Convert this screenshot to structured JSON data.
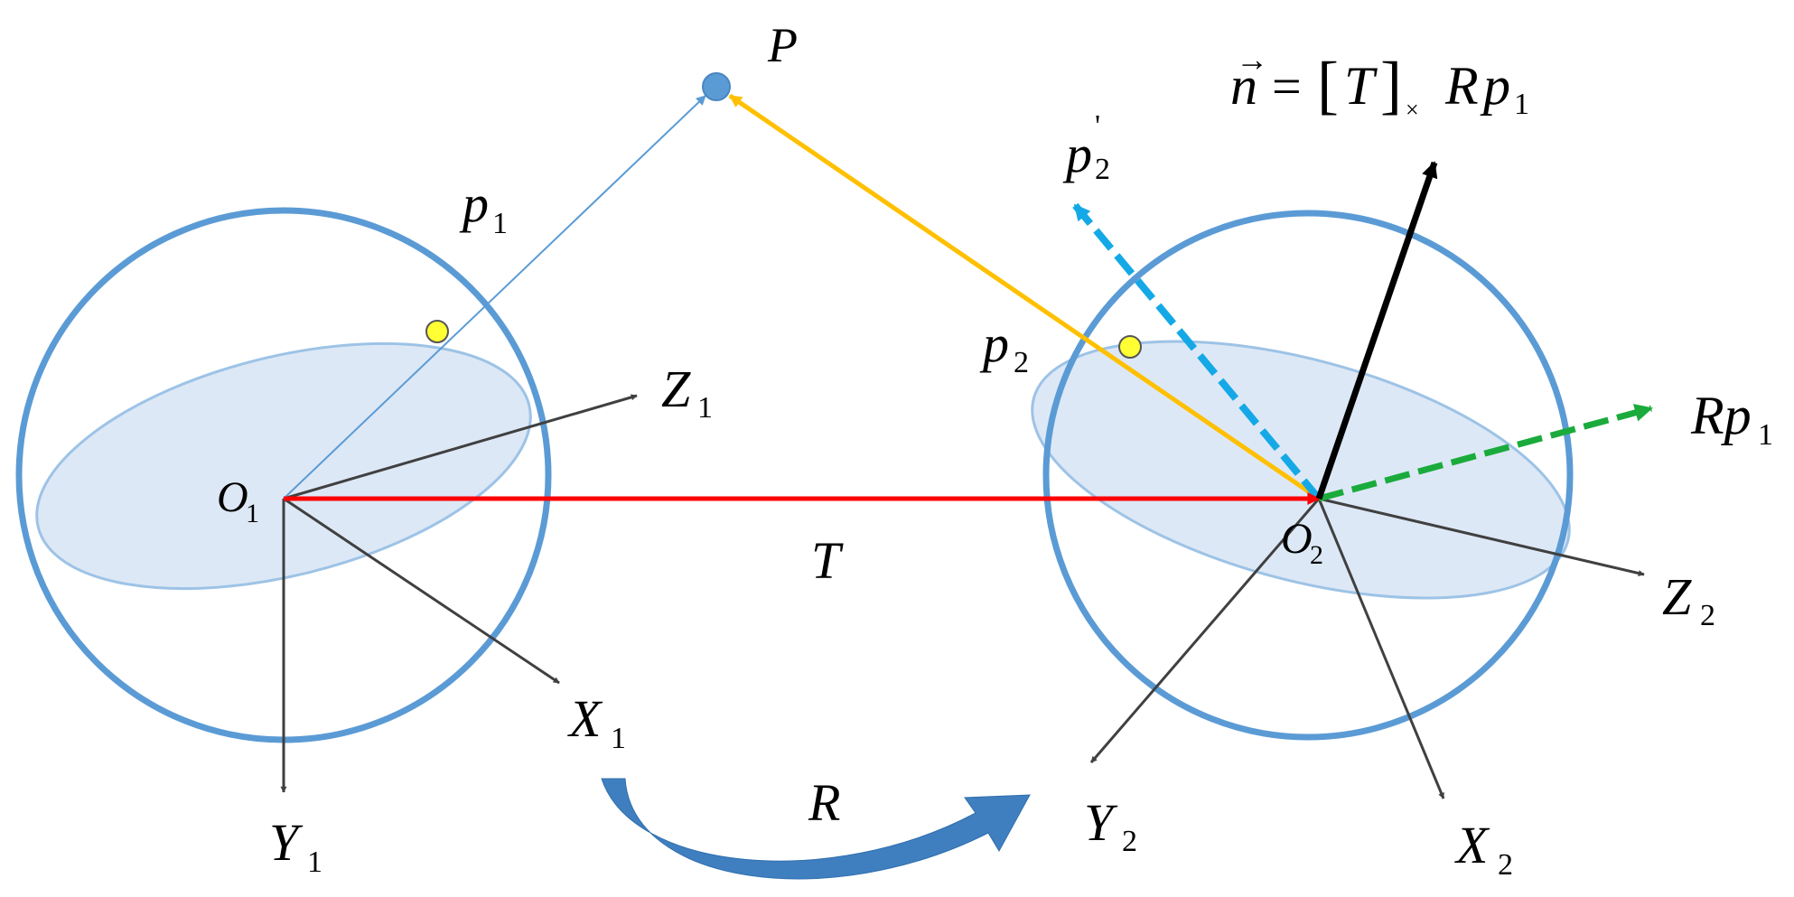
{
  "labels": {
    "P": "P",
    "n_arrow": "→",
    "n": "n",
    "eq_equals": "=",
    "eq_lbracket": "[",
    "eq_T": "T",
    "eq_rbracket": "]",
    "eq_cross": "×",
    "eq_R": "R",
    "eq_p": "p",
    "eq_p_sub": "1",
    "p2prime": "p",
    "p2prime_sup": "'",
    "p2prime_sub": "2",
    "p1": "p",
    "p1_sub": "1",
    "p2": "p",
    "p2_sub": "2",
    "O1": "O",
    "O1_sub": "1",
    "O2": "O",
    "O2_sub": "2",
    "Z1": "Z",
    "Z1_sub": "1",
    "X1": "X",
    "X1_sub": "1",
    "Y1": "Y",
    "Y1_sub": "1",
    "Z2": "Z",
    "Z2_sub": "2",
    "X2": "X",
    "X2_sub": "2",
    "Y2": "Y",
    "Y2_sub": "2",
    "T": "T",
    "R": "R",
    "Rp1": "Rp",
    "Rp1_sub": "1"
  },
  "colors": {
    "sphere": "#5b9bd5",
    "sphere_fill": "#dde8f6",
    "equator": "#9dc3e6",
    "translation": "#ff0000",
    "yellow_ray": "#ffc000",
    "cyan_dashed": "#14a9e6",
    "green_dashed": "#1aab3c",
    "normal": "#000000",
    "axis": "#404040",
    "point_P": "#5b9bd5",
    "feature_point": "#ffff33",
    "rotation_arrow": "#3f7fbf"
  }
}
